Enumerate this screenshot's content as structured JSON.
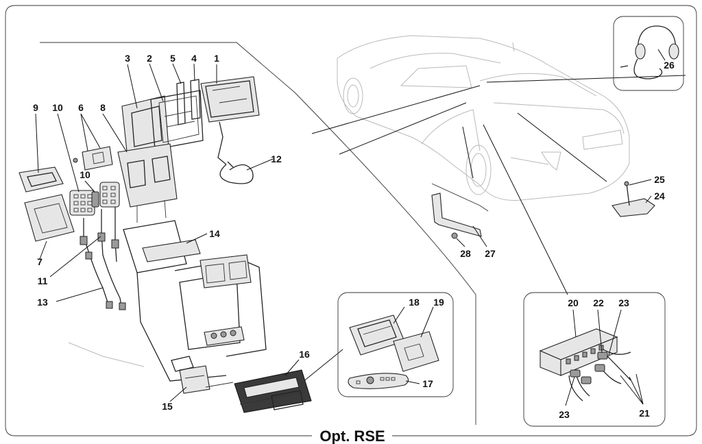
{
  "diagram": {
    "title": "Opt. RSE",
    "labels": {
      "p1": "1",
      "p2": "2",
      "p3": "3",
      "p4": "4",
      "p5": "5",
      "p6": "6",
      "p7": "7",
      "p8": "8",
      "p9": "9",
      "p10a": "10",
      "p10b": "10",
      "p11": "11",
      "p12": "12",
      "p13": "13",
      "p14": "14",
      "p15": "15",
      "p16": "16",
      "p17": "17",
      "p18": "18",
      "p19": "19",
      "p20": "20",
      "p21": "21",
      "p22": "22",
      "p23a": "23",
      "p23b": "23",
      "p24": "24",
      "p25": "25",
      "p26": "26",
      "p27": "27",
      "p28": "28"
    }
  }
}
